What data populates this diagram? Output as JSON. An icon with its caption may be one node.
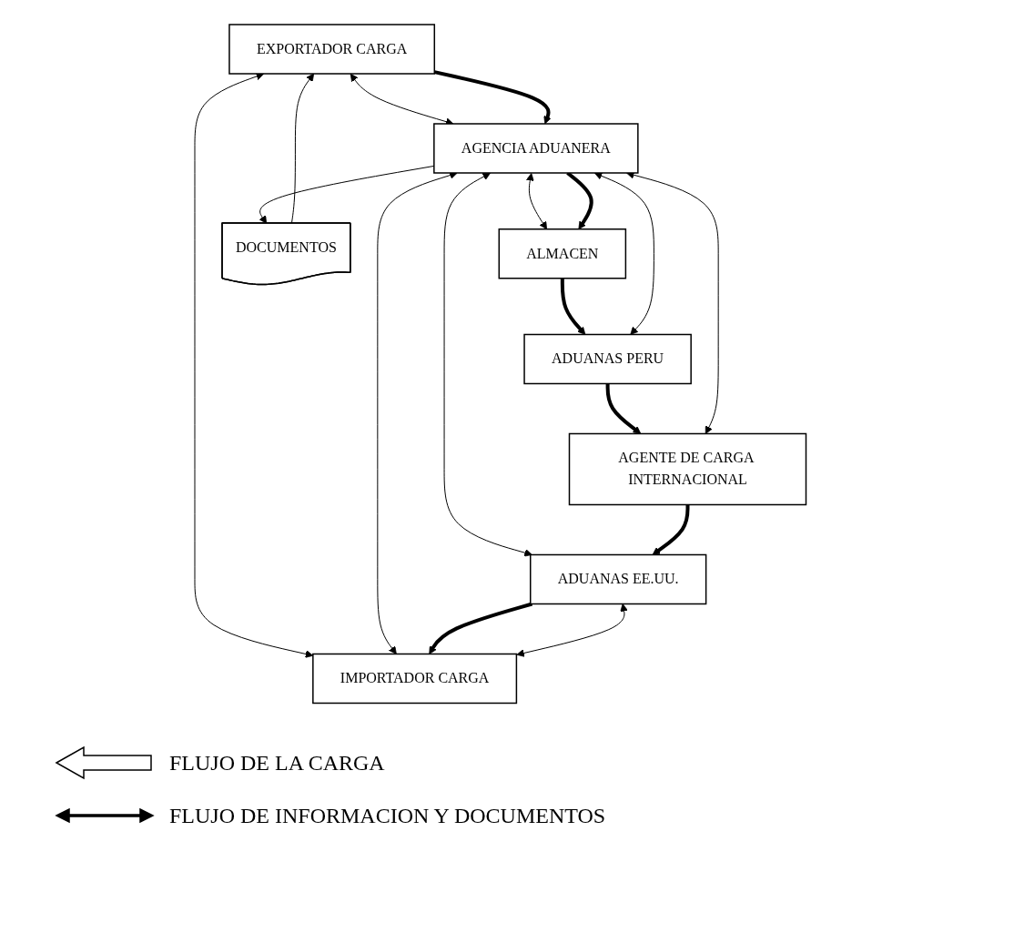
{
  "diagram": {
    "nodes": [
      {
        "text": [
          "EXPORTADOR CARGA"
        ]
      },
      {
        "text": [
          "ALMACEN"
        ]
      },
      {
        "text": [
          "ADUANAS PERU"
        ]
      },
      {
        "text": [
          "DOCUMENTOS"
        ]
      },
      {
        "text": [
          "AGENCIA ADUANERA"
        ]
      },
      {
        "text": [
          "AGENTE DE CARGA INTERNACIONAL"
        ]
      },
      {
        "text": [
          "IMPORTADOR CARGA"
        ]
      },
      {
        "text": [
          "ADUANAS EE.UU."
        ]
      }
    ],
    "edges": [
      {
        "from": 0,
        "to": 4,
        "arrow": "both"
      },
      {
        "from": 4,
        "to": 3,
        "arrow": "to"
      },
      {
        "from": 3,
        "to": 0,
        "arrow": "to"
      },
      {
        "from": 0,
        "to": 6,
        "arrow": "both"
      },
      {
        "from": 0,
        "to": 4,
        "arrow": "to",
        "style": "thick"
      },
      {
        "from": 4,
        "to": 1,
        "arrow": "both"
      },
      {
        "from": 4,
        "to": 1,
        "arrow": "to",
        "style": "thick"
      },
      {
        "from": 1,
        "to": 2,
        "arrow": "to",
        "style": "thick"
      },
      {
        "from": 4,
        "to": 2,
        "arrow": "both"
      },
      {
        "from": 2,
        "to": 5,
        "arrow": "to",
        "style": "thick"
      },
      {
        "from": 4,
        "to": 5,
        "arrow": "both"
      },
      {
        "from": 4,
        "to": 6,
        "arrow": "both"
      },
      {
        "from": 4,
        "to": 7,
        "arrow": "both"
      },
      {
        "from": 5,
        "to": 7,
        "arrow": "to",
        "style": "thick"
      },
      {
        "from": 7,
        "to": 6,
        "arrow": "to",
        "style": "thick"
      },
      {
        "from": 6,
        "to": 7,
        "arrow": "both"
      }
    ],
    "legend": [
      {
        "text": "FLUJO DE LA CARGA"
      },
      {
        "text": "FLUJO DE INFORMACION Y DOCUMENTOS"
      }
    ]
  }
}
